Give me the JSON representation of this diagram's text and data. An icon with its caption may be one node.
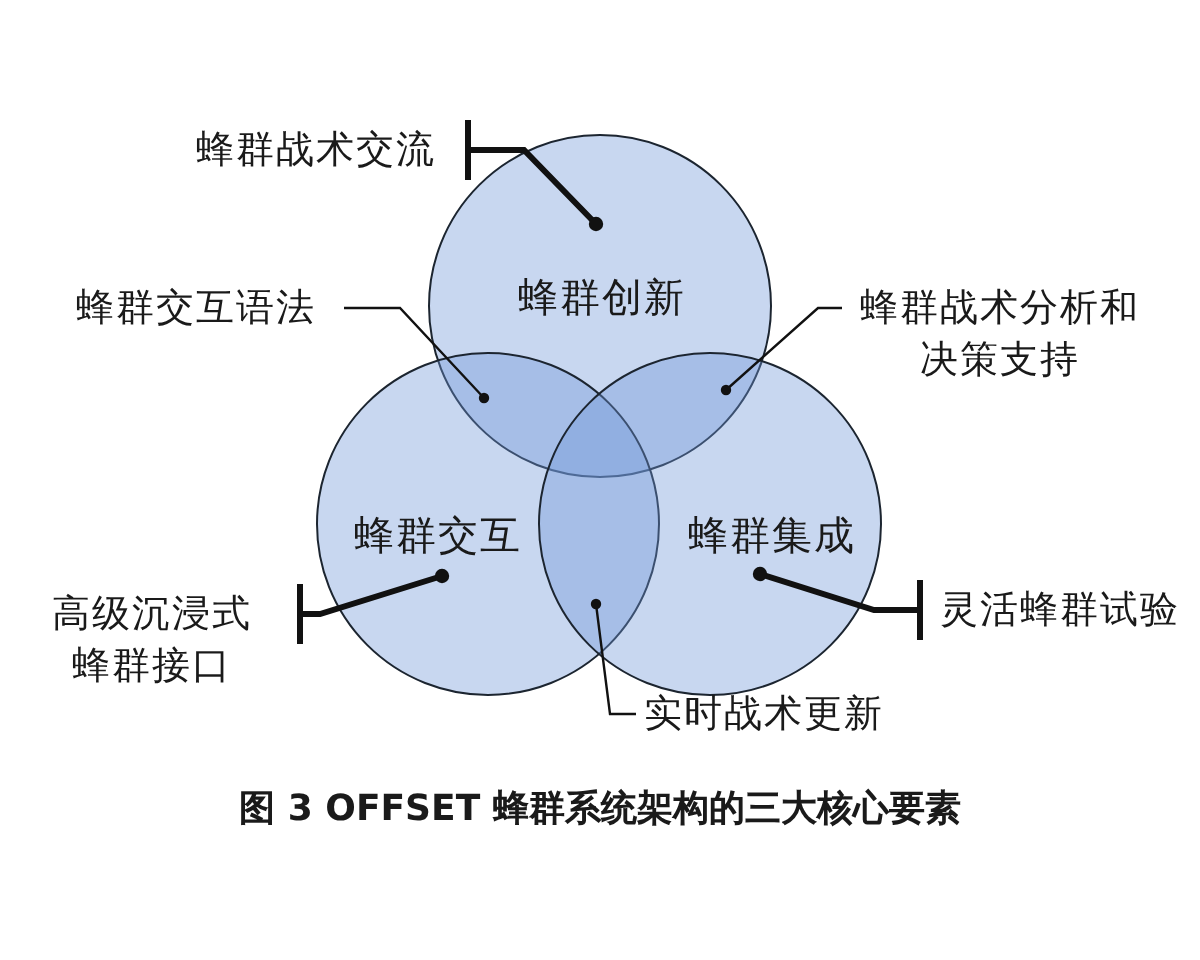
{
  "diagram": {
    "caption": "图 3 OFFSET 蜂群系统架构的三大核心要素",
    "nodes": [
      {
        "text": [
          "蜂群创新"
        ]
      },
      {
        "text": [
          "蜂群交互"
        ]
      },
      {
        "text": [
          "蜂群集成"
        ]
      },
      {
        "text": [
          "蜂群战术交流"
        ]
      },
      {
        "text": [
          "蜂群交互语法"
        ]
      },
      {
        "text": [
          "蜂群战术分析和决策支持"
        ]
      },
      {
        "text": [
          "高级沉浸式蜂群接口"
        ]
      },
      {
        "text": [
          "实时战术更新"
        ]
      },
      {
        "text": [
          "灵活蜂群试验"
        ]
      }
    ],
    "edges": [
      {
        "from": 3,
        "to": 0,
        "arrow": "other",
        "style": "thick"
      },
      {
        "from": 4,
        "to": 0,
        "arrow": "other"
      },
      {
        "from": 5,
        "to": 0,
        "arrow": "other"
      },
      {
        "from": 6,
        "to": 1,
        "arrow": "other",
        "style": "thick"
      },
      {
        "from": 7,
        "to": 1,
        "arrow": "other"
      },
      {
        "from": 8,
        "to": 2,
        "arrow": "other",
        "style": "thick"
      }
    ]
  }
}
